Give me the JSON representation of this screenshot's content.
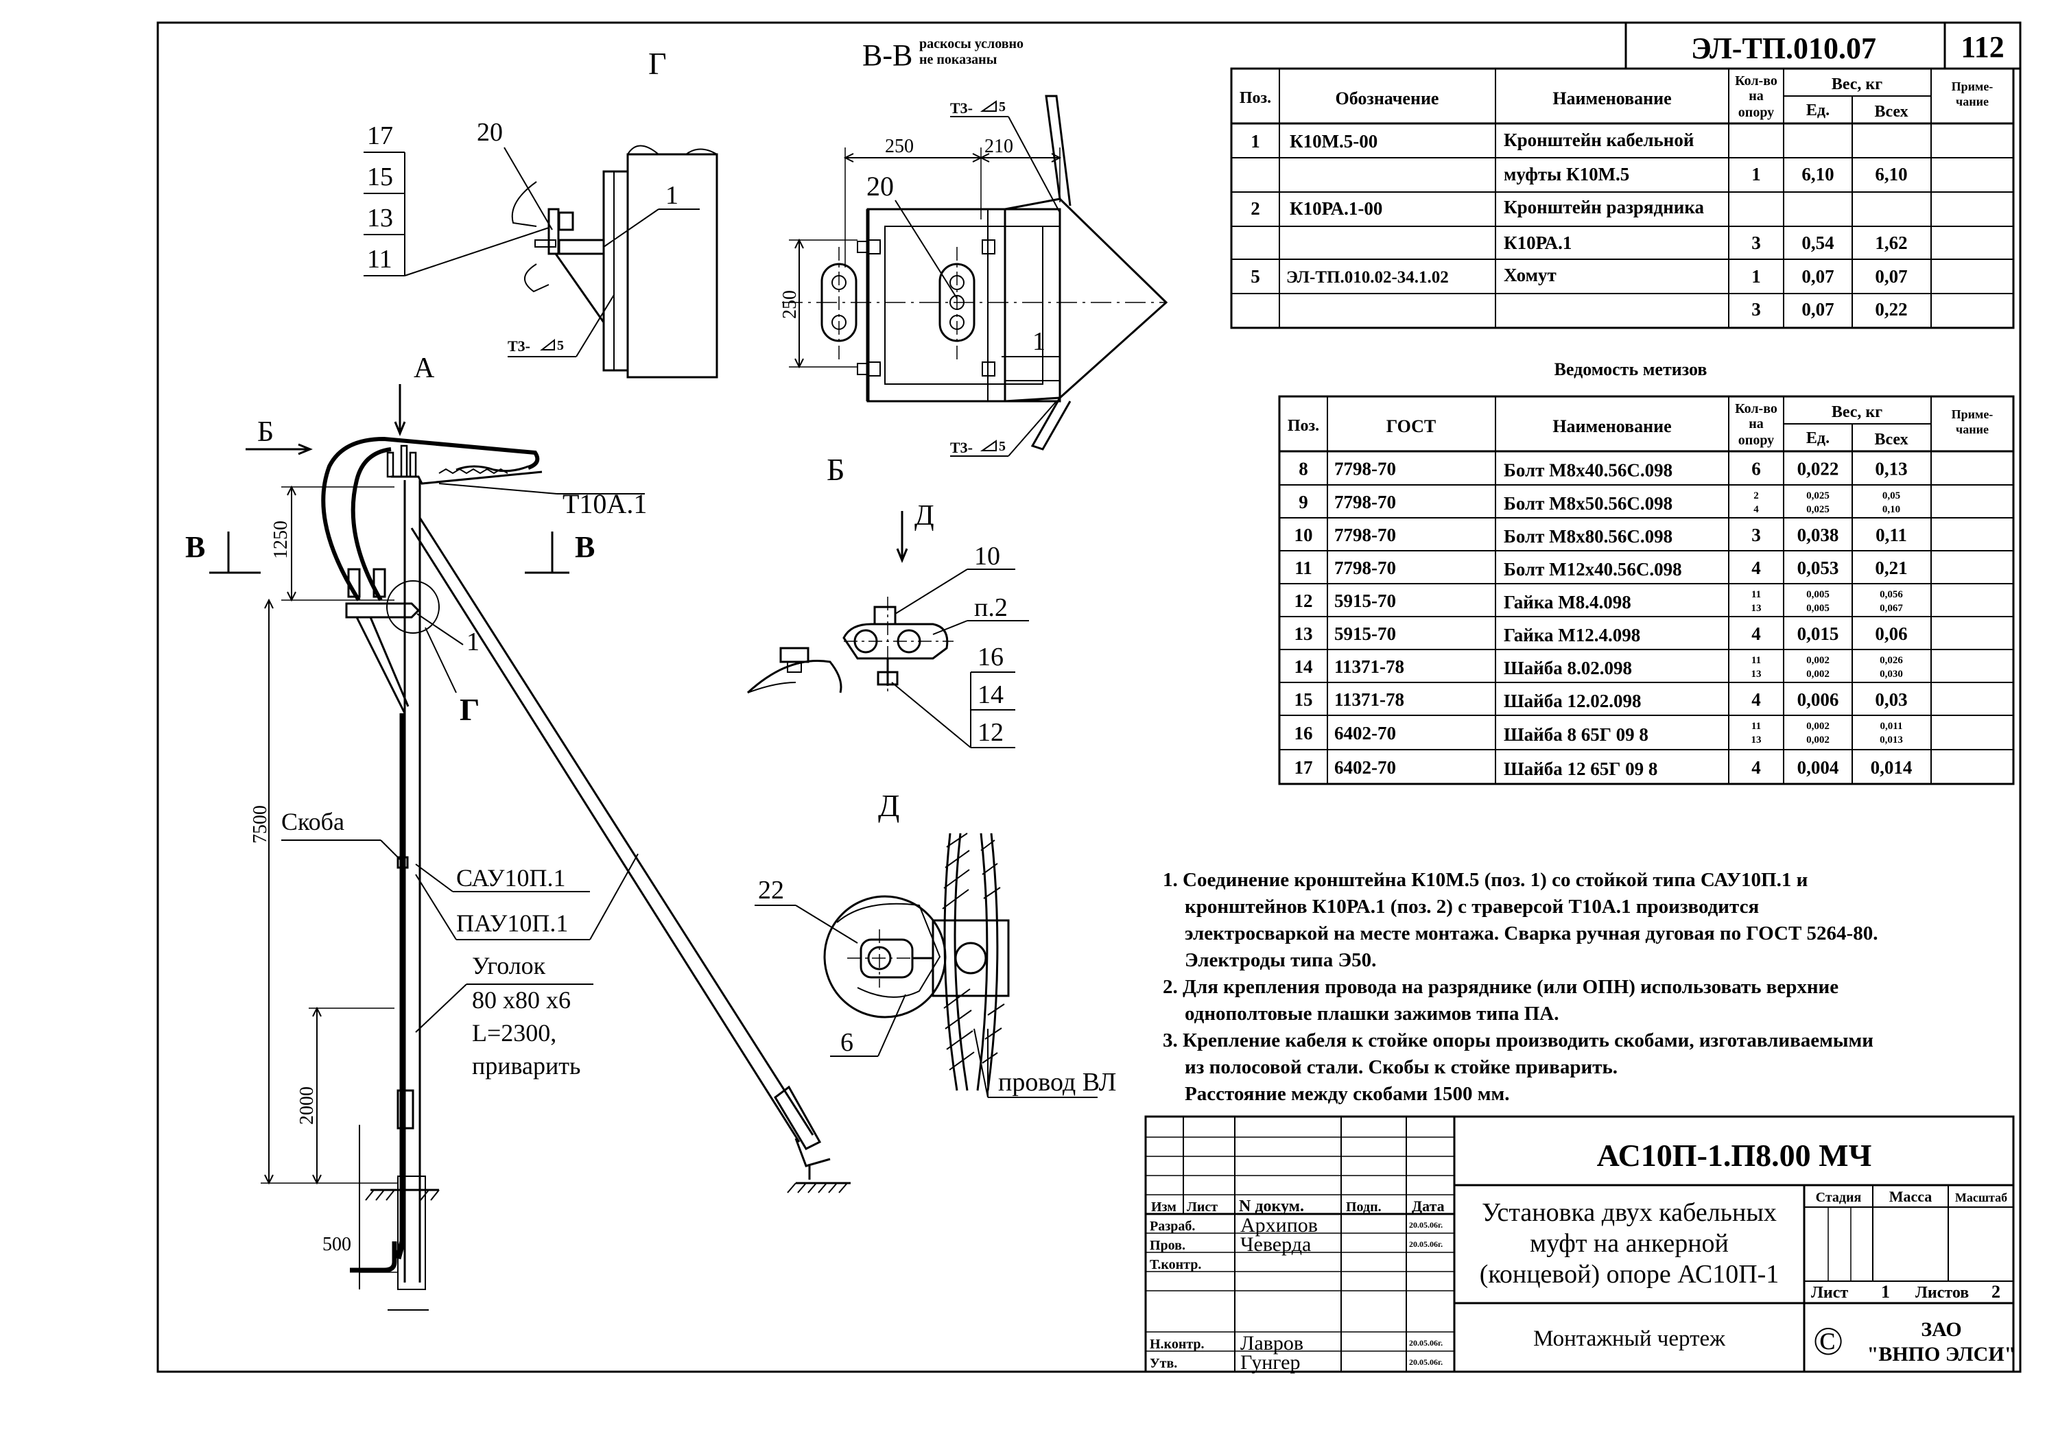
{
  "header": {
    "doc_code": "ЭЛ-ТП.010.07",
    "page_number": "112"
  },
  "parts_table": {
    "headers": {
      "pos": "Поз.",
      "designation": "Обозначение",
      "name": "Наименование",
      "qty_l1": "Кол-во",
      "qty_l2": "на",
      "qty_l3": "опору",
      "weight": "Вес, кг",
      "unit": "Ед.",
      "total": "Всех",
      "note_l1": "Приме-",
      "note_l2": "чание"
    },
    "rows": [
      [
        "1",
        "К10М.5-00",
        "Кронштейн кабельной",
        "",
        "",
        "",
        ""
      ],
      [
        "",
        "",
        "муфты К10М.5",
        "1",
        "6,10",
        "6,10",
        ""
      ],
      [
        "2",
        "К10РА.1-00",
        "Кронштейн разрядника",
        "",
        "",
        "",
        ""
      ],
      [
        "",
        "",
        "К10РА.1",
        "3",
        "0,54",
        "1,62",
        ""
      ],
      [
        "5",
        "ЭЛ-ТП.010.02-34.1.02",
        "Хомут",
        "1",
        "0,07",
        "0,07",
        ""
      ],
      [
        "",
        "",
        "",
        "3",
        "0,07",
        "0,22",
        ""
      ]
    ]
  },
  "hardware_table": {
    "title": "Ведомость метизов",
    "headers": {
      "pos": "Поз.",
      "gost": "ГОСТ",
      "name": "Наименование",
      "qty_l1": "Кол-во",
      "qty_l2": "на",
      "qty_l3": "опору",
      "weight": "Вес, кг",
      "unit": "Ед.",
      "total": "Всех",
      "note_l1": "Приме-",
      "note_l2": "чание"
    },
    "rows": [
      {
        "pos": "8",
        "gost": "7798-70",
        "name": "Болт М8х40.56С.098",
        "qty": [
          "6"
        ],
        "unit": [
          "0,022"
        ],
        "total": [
          "0,13"
        ]
      },
      {
        "pos": "9",
        "gost": "7798-70",
        "name": "Болт М8х50.56С.098",
        "qty": [
          "2",
          "4"
        ],
        "unit": [
          "0,025",
          "0,025"
        ],
        "total": [
          "0,05",
          "0,10"
        ]
      },
      {
        "pos": "10",
        "gost": "7798-70",
        "name": "Болт М8х80.56С.098",
        "qty": [
          "3"
        ],
        "unit": [
          "0,038"
        ],
        "total": [
          "0,11"
        ]
      },
      {
        "pos": "11",
        "gost": "7798-70",
        "name": "Болт М12х40.56С.098",
        "qty": [
          "4"
        ],
        "unit": [
          "0,053"
        ],
        "total": [
          "0,21"
        ]
      },
      {
        "pos": "12",
        "gost": "5915-70",
        "name": "Гайка М8.4.098",
        "qty": [
          "11",
          "13"
        ],
        "unit": [
          "0,005",
          "0,005"
        ],
        "total": [
          "0,056",
          "0,067"
        ]
      },
      {
        "pos": "13",
        "gost": "5915-70",
        "name": "Гайка М12.4.098",
        "qty": [
          "4"
        ],
        "unit": [
          "0,015"
        ],
        "total": [
          "0,06"
        ]
      },
      {
        "pos": "14",
        "gost": "11371-78",
        "name": "Шайба 8.02.098",
        "qty": [
          "11",
          "13"
        ],
        "unit": [
          "0,002",
          "0,002"
        ],
        "total": [
          "0,026",
          "0,030"
        ]
      },
      {
        "pos": "15",
        "gost": "11371-78",
        "name": "Шайба 12.02.098",
        "qty": [
          "4"
        ],
        "unit": [
          "0,006"
        ],
        "total": [
          "0,03"
        ]
      },
      {
        "pos": "16",
        "gost": "6402-70",
        "name": "Шайба 8 65Г 09 8",
        "qty": [
          "11",
          "13"
        ],
        "unit": [
          "0,002",
          "0,002"
        ],
        "total": [
          "0,011",
          "0,013"
        ]
      },
      {
        "pos": "17",
        "gost": "6402-70",
        "name": "Шайба 12 65Г 09 8",
        "qty": [
          "4"
        ],
        "unit": [
          "0,004"
        ],
        "total": [
          "0,014"
        ]
      }
    ]
  },
  "notes": [
    "1. Соединение кронштейна  К10М.5 (поз. 1) со стойкой типа САУ10П.1 и",
    "кронштейнов К10РА.1 (поз. 2) с траверсой Т10А.1 производится",
    "электросваркой на месте монтажа. Сварка ручная дуговая по ГОСТ 5264-80.",
    "Электроды типа Э50.",
    "2. Для крепления провода на разряднике (или ОПН) использовать верхние",
    "однополтовые плашки зажимов типа ПА.",
    "3. Крепление кабеля к стойке опоры производить скобами, изготавливаемыми",
    "из полосовой стали. Скобы к стойке приварить.",
    "Расстояние между скобами 1500 мм."
  ],
  "title_block": {
    "doc_number": "АС10П-1.П8.00 МЧ",
    "title_lines": [
      "Установка двух кабельных",
      "муфт на анкерной",
      "(концевой) опоре АС10П-1"
    ],
    "doc_type": "Монтажный чертеж",
    "col_headers": {
      "izm": "Изм",
      "list": "Лист",
      "ndoc": "N докум.",
      "podp": "Подп.",
      "data": "Дата"
    },
    "roles": [
      {
        "role": "Разраб.",
        "name": "Архипов",
        "date": "20.05.06г."
      },
      {
        "role": "Пров.",
        "name": "Чеверда",
        "date": "20.05.06г."
      },
      {
        "role": "Т.контр.",
        "name": "",
        "date": ""
      },
      {
        "role": "",
        "name": "",
        "date": ""
      },
      {
        "role": "Н.контр.",
        "name": "Лавров",
        "date": "20.05.06г."
      },
      {
        "role": "Утв.",
        "name": "Гунгер",
        "date": "20.05.06г."
      }
    ],
    "stage": "Стадия",
    "mass": "Масса",
    "scale": "Масштаб",
    "sheet_label": "Лист",
    "sheet": "1",
    "sheets_label": "Листов",
    "sheets": "2",
    "copyright": "©",
    "org_line1": "ЗАО",
    "org_line2": "\"ВНПО ЭЛСИ\""
  },
  "main_view": {
    "arrow_a": "А",
    "arrow_b": "Б",
    "section_v_left": "В",
    "section_v_right": "В",
    "traverse": "Т10А.1",
    "callout_1": "1",
    "callout_g": "Г",
    "skoba": "Скоба",
    "sau": "САУ10П.1",
    "pau": "ПАУ10П.1",
    "angle_l1": "Уголок",
    "angle_l2": "80 х80 х6",
    "angle_l3": "L=2300,",
    "angle_l4": "приварить",
    "dim_1250": "1250",
    "dim_7500": "7500",
    "dim_2000": "2000",
    "dim_500": "500"
  },
  "view_g": {
    "title": "Г",
    "callouts": [
      "17",
      "15",
      "13",
      "11"
    ],
    "c20": "20",
    "c1": "1",
    "weld": "Т3-",
    "weld_num": "5"
  },
  "view_vv": {
    "title": "В-В",
    "note_l1": "раскосы условно",
    "note_l2": "не показаны",
    "weld": "Т3-",
    "weld_num": "5",
    "dim_250h": "250",
    "dim_210": "210",
    "dim_250v": "250",
    "c20": "20",
    "c1": "1"
  },
  "view_b": {
    "title": "Б",
    "arrow_d": "Д",
    "c10": "10",
    "cp2": "п.2",
    "c16": "16",
    "c14": "14",
    "c12": "12"
  },
  "view_d": {
    "title": "Д",
    "c22": "22",
    "c6": "6",
    "wire": "провод ВЛ"
  }
}
